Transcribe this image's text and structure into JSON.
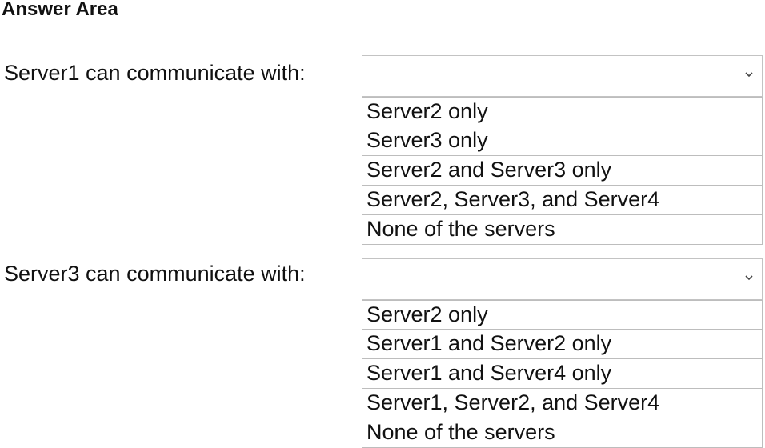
{
  "title": "Answer Area",
  "questions": [
    {
      "label": "Server1 can communicate with:",
      "options": [
        "Server2 only",
        "Server3 only",
        "Server2 and Server3 only",
        "Server2, Server3, and Server4",
        "None of the servers"
      ]
    },
    {
      "label": "Server3 can communicate with:",
      "options": [
        "Server2 only",
        "Server1 and Server2 only",
        "Server1 and Server4 only",
        "Server1, Server2, and Server4",
        "None of the servers"
      ]
    }
  ],
  "icons": {
    "dropdown": "chevron-down-icon"
  }
}
